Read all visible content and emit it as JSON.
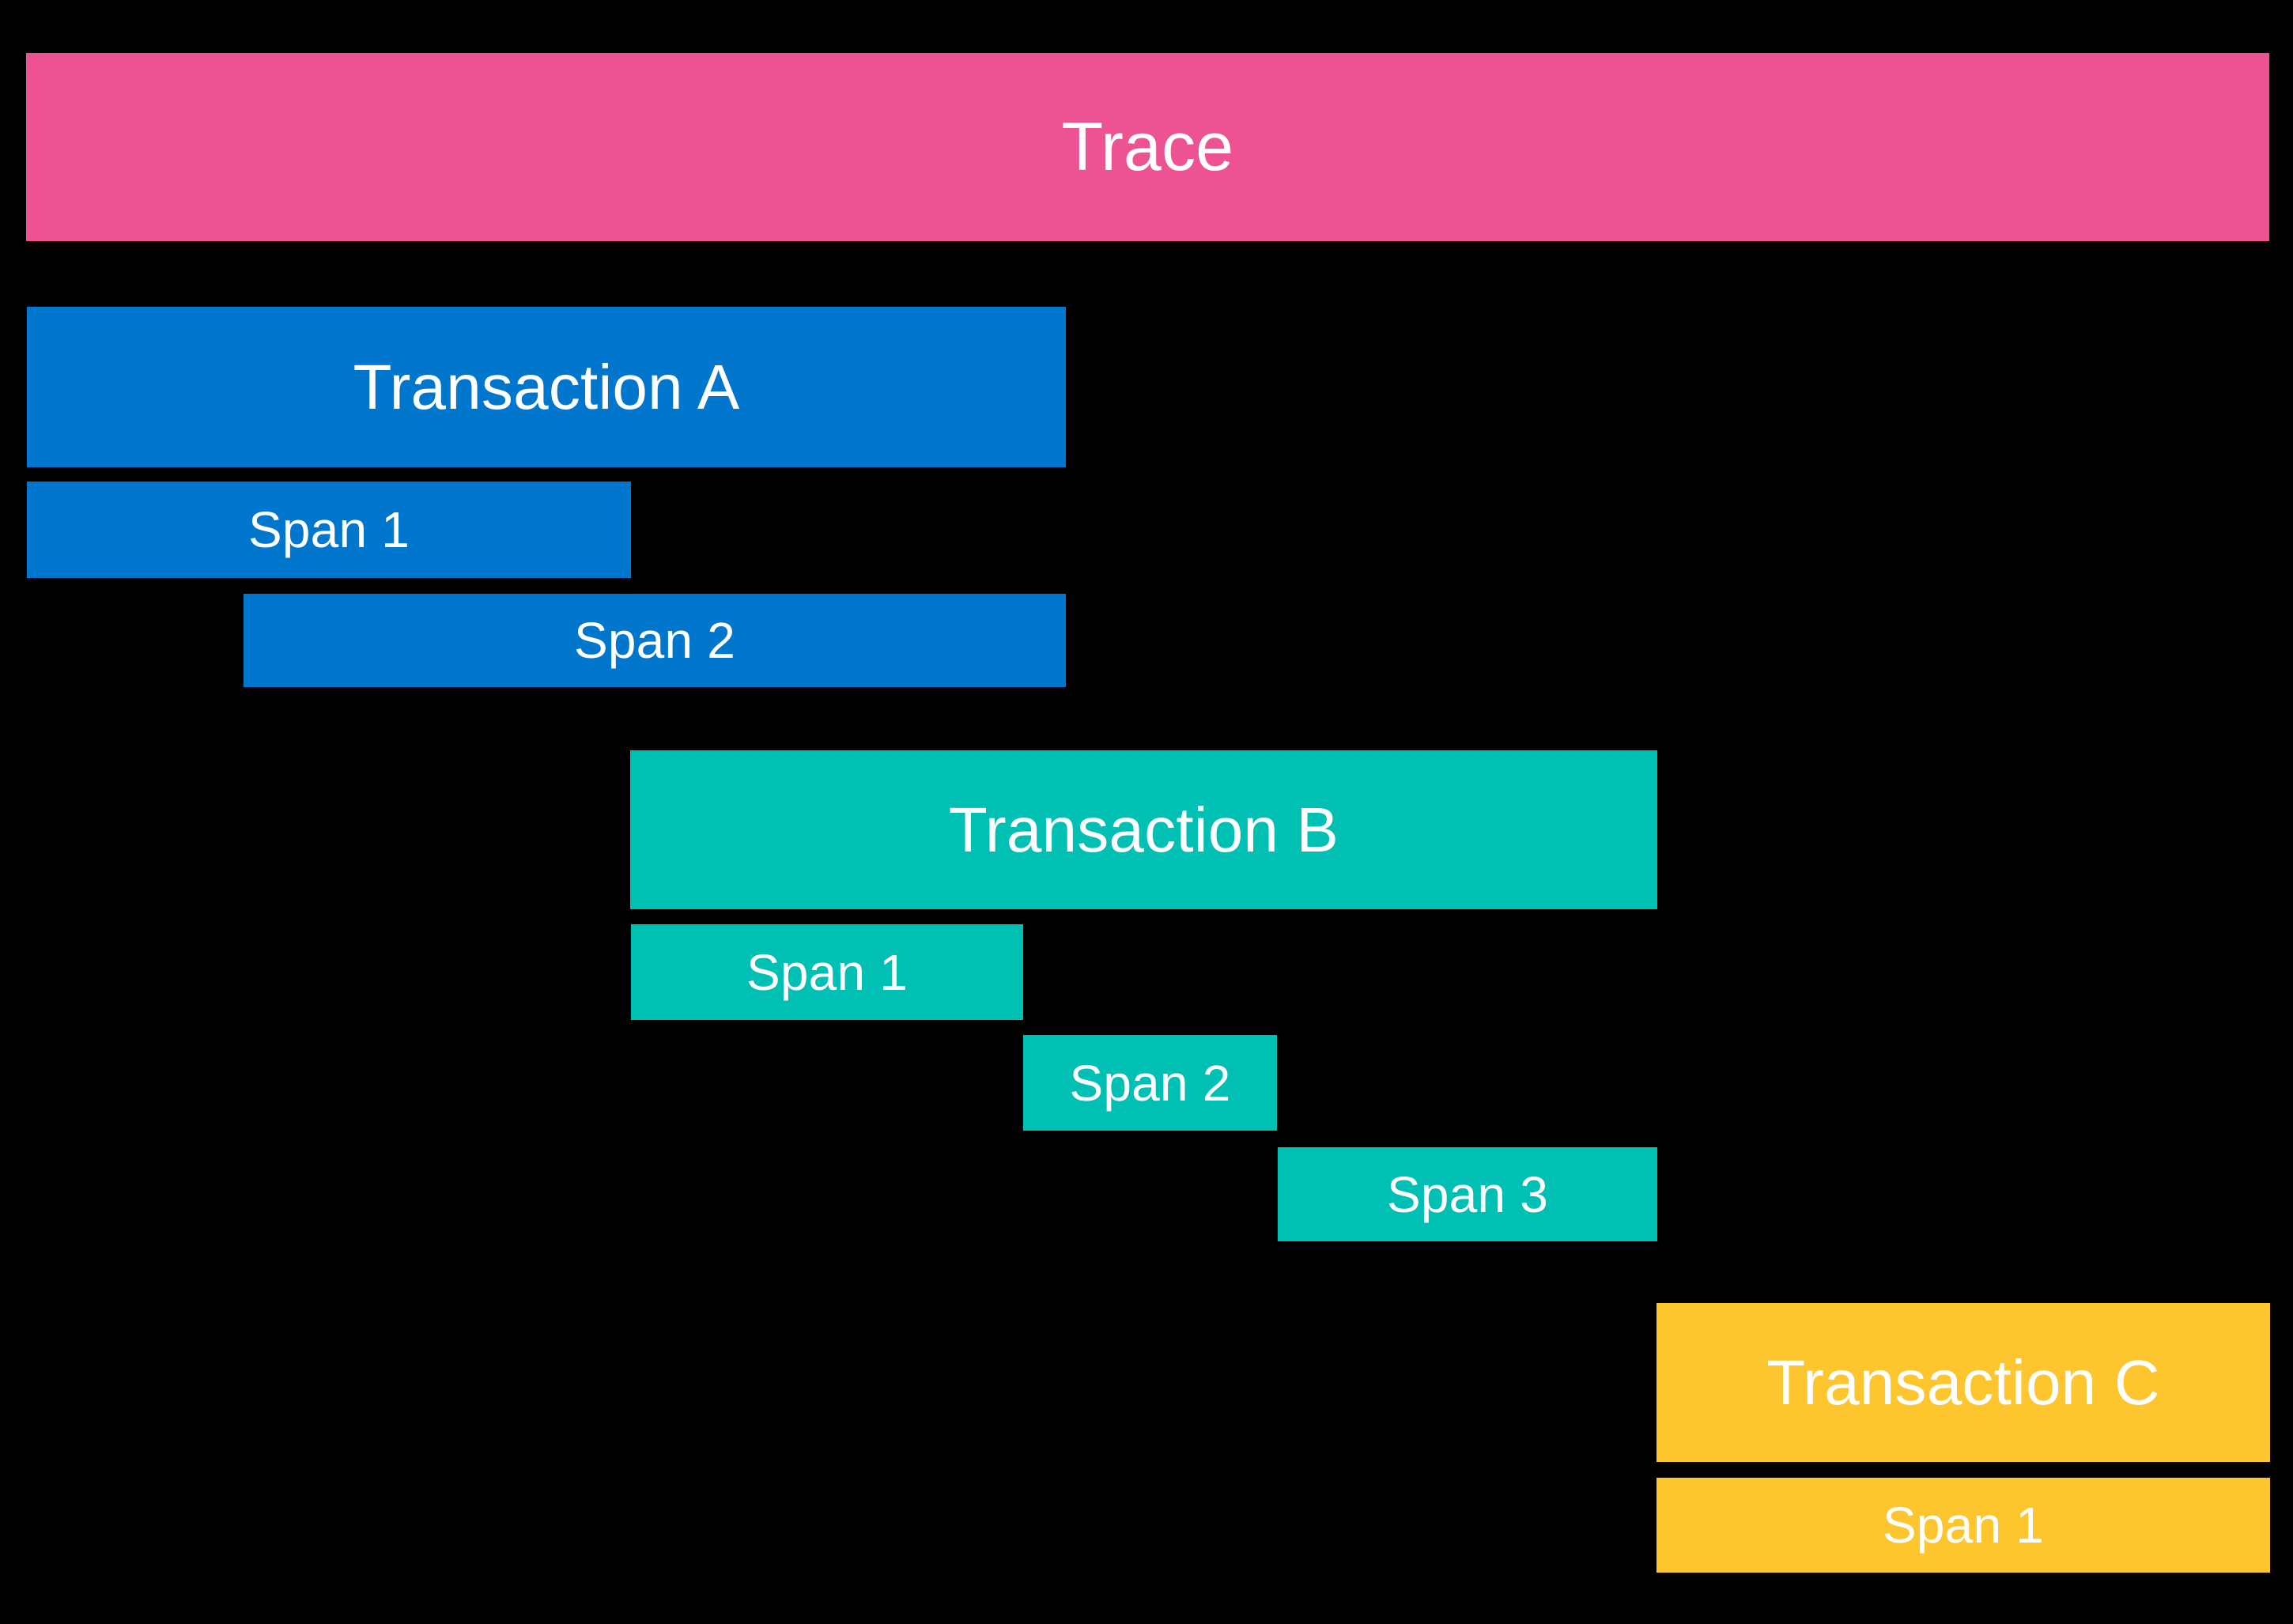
{
  "diagram": {
    "title": "Trace",
    "background_color": "#000000",
    "text_color": "#ffffff"
  },
  "trace": {
    "label": "Trace",
    "color": "#ED5393"
  },
  "transactions": [
    {
      "label": "Transaction A",
      "color": "#0077CC",
      "spans": [
        {
          "label": "Span 1"
        },
        {
          "label": "Span 2"
        }
      ]
    },
    {
      "label": "Transaction B",
      "color": "#00BFB3",
      "spans": [
        {
          "label": "Span 1"
        },
        {
          "label": "Span 2"
        },
        {
          "label": "Span 3"
        }
      ]
    },
    {
      "label": "Transaction C",
      "color": "#FDC52E",
      "spans": [
        {
          "label": "Span 1"
        }
      ]
    }
  ],
  "chart_data": {
    "type": "bar",
    "title": "Trace",
    "xlabel": "",
    "ylabel": "",
    "grid": false,
    "legend": "none",
    "categories": [
      "Trace",
      "Transaction A",
      "Span 1 (A)",
      "Span 2 (A)",
      "Transaction B",
      "Span 1 (B)",
      "Span 2 (B)",
      "Span 3 (B)",
      "Transaction C",
      "Span 1 (C)"
    ],
    "series": [
      {
        "name": "start",
        "values": [
          33,
          34,
          34,
          308,
          797,
          798,
          1294,
          1616,
          2095,
          2095
        ]
      },
      {
        "name": "end",
        "values": [
          2870,
          1348,
          798,
          1348,
          2096,
          1294,
          1615,
          2096,
          2871,
          2871
        ]
      }
    ],
    "colors": [
      "#ED5393",
      "#0077CC",
      "#0077CC",
      "#0077CC",
      "#00BFB3",
      "#00BFB3",
      "#00BFB3",
      "#00BFB3",
      "#FDC52E",
      "#FDC52E"
    ],
    "xlim": [
      0,
      2900
    ]
  }
}
